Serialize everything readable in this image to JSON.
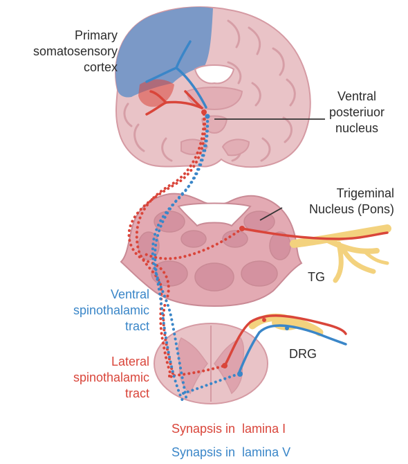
{
  "labels": {
    "cortex": [
      "Primary",
      "somatosensory",
      "cortex"
    ],
    "vpn": [
      "Ventral",
      "posteriuor",
      "nucleus"
    ],
    "trigeminal": [
      "Trigeminal",
      "Nucleus (Pons)"
    ],
    "tg": "TG",
    "drg": "DRG",
    "ventral_tract": [
      "Ventral",
      "spinothalamic",
      "tract"
    ],
    "lateral_tract": [
      "Lateral",
      "spinothalamic",
      "tract"
    ],
    "synapse_red": "Synapsis in  lamina I",
    "synapse_blue": "Synapsis in  lamina V"
  },
  "colors": {
    "red_pathway": "#d9453a",
    "blue_pathway": "#3a86c8",
    "tissue": "#e9c3c7",
    "tissue_dark": "#d59aa3",
    "cortex_area": "#6f95c6",
    "nerve": "#f3d27e"
  },
  "icons": [
    "brain-coronal-section",
    "pons-section",
    "spinal-cord-section",
    "trigeminal-ganglion",
    "dorsal-root-ganglion"
  ]
}
